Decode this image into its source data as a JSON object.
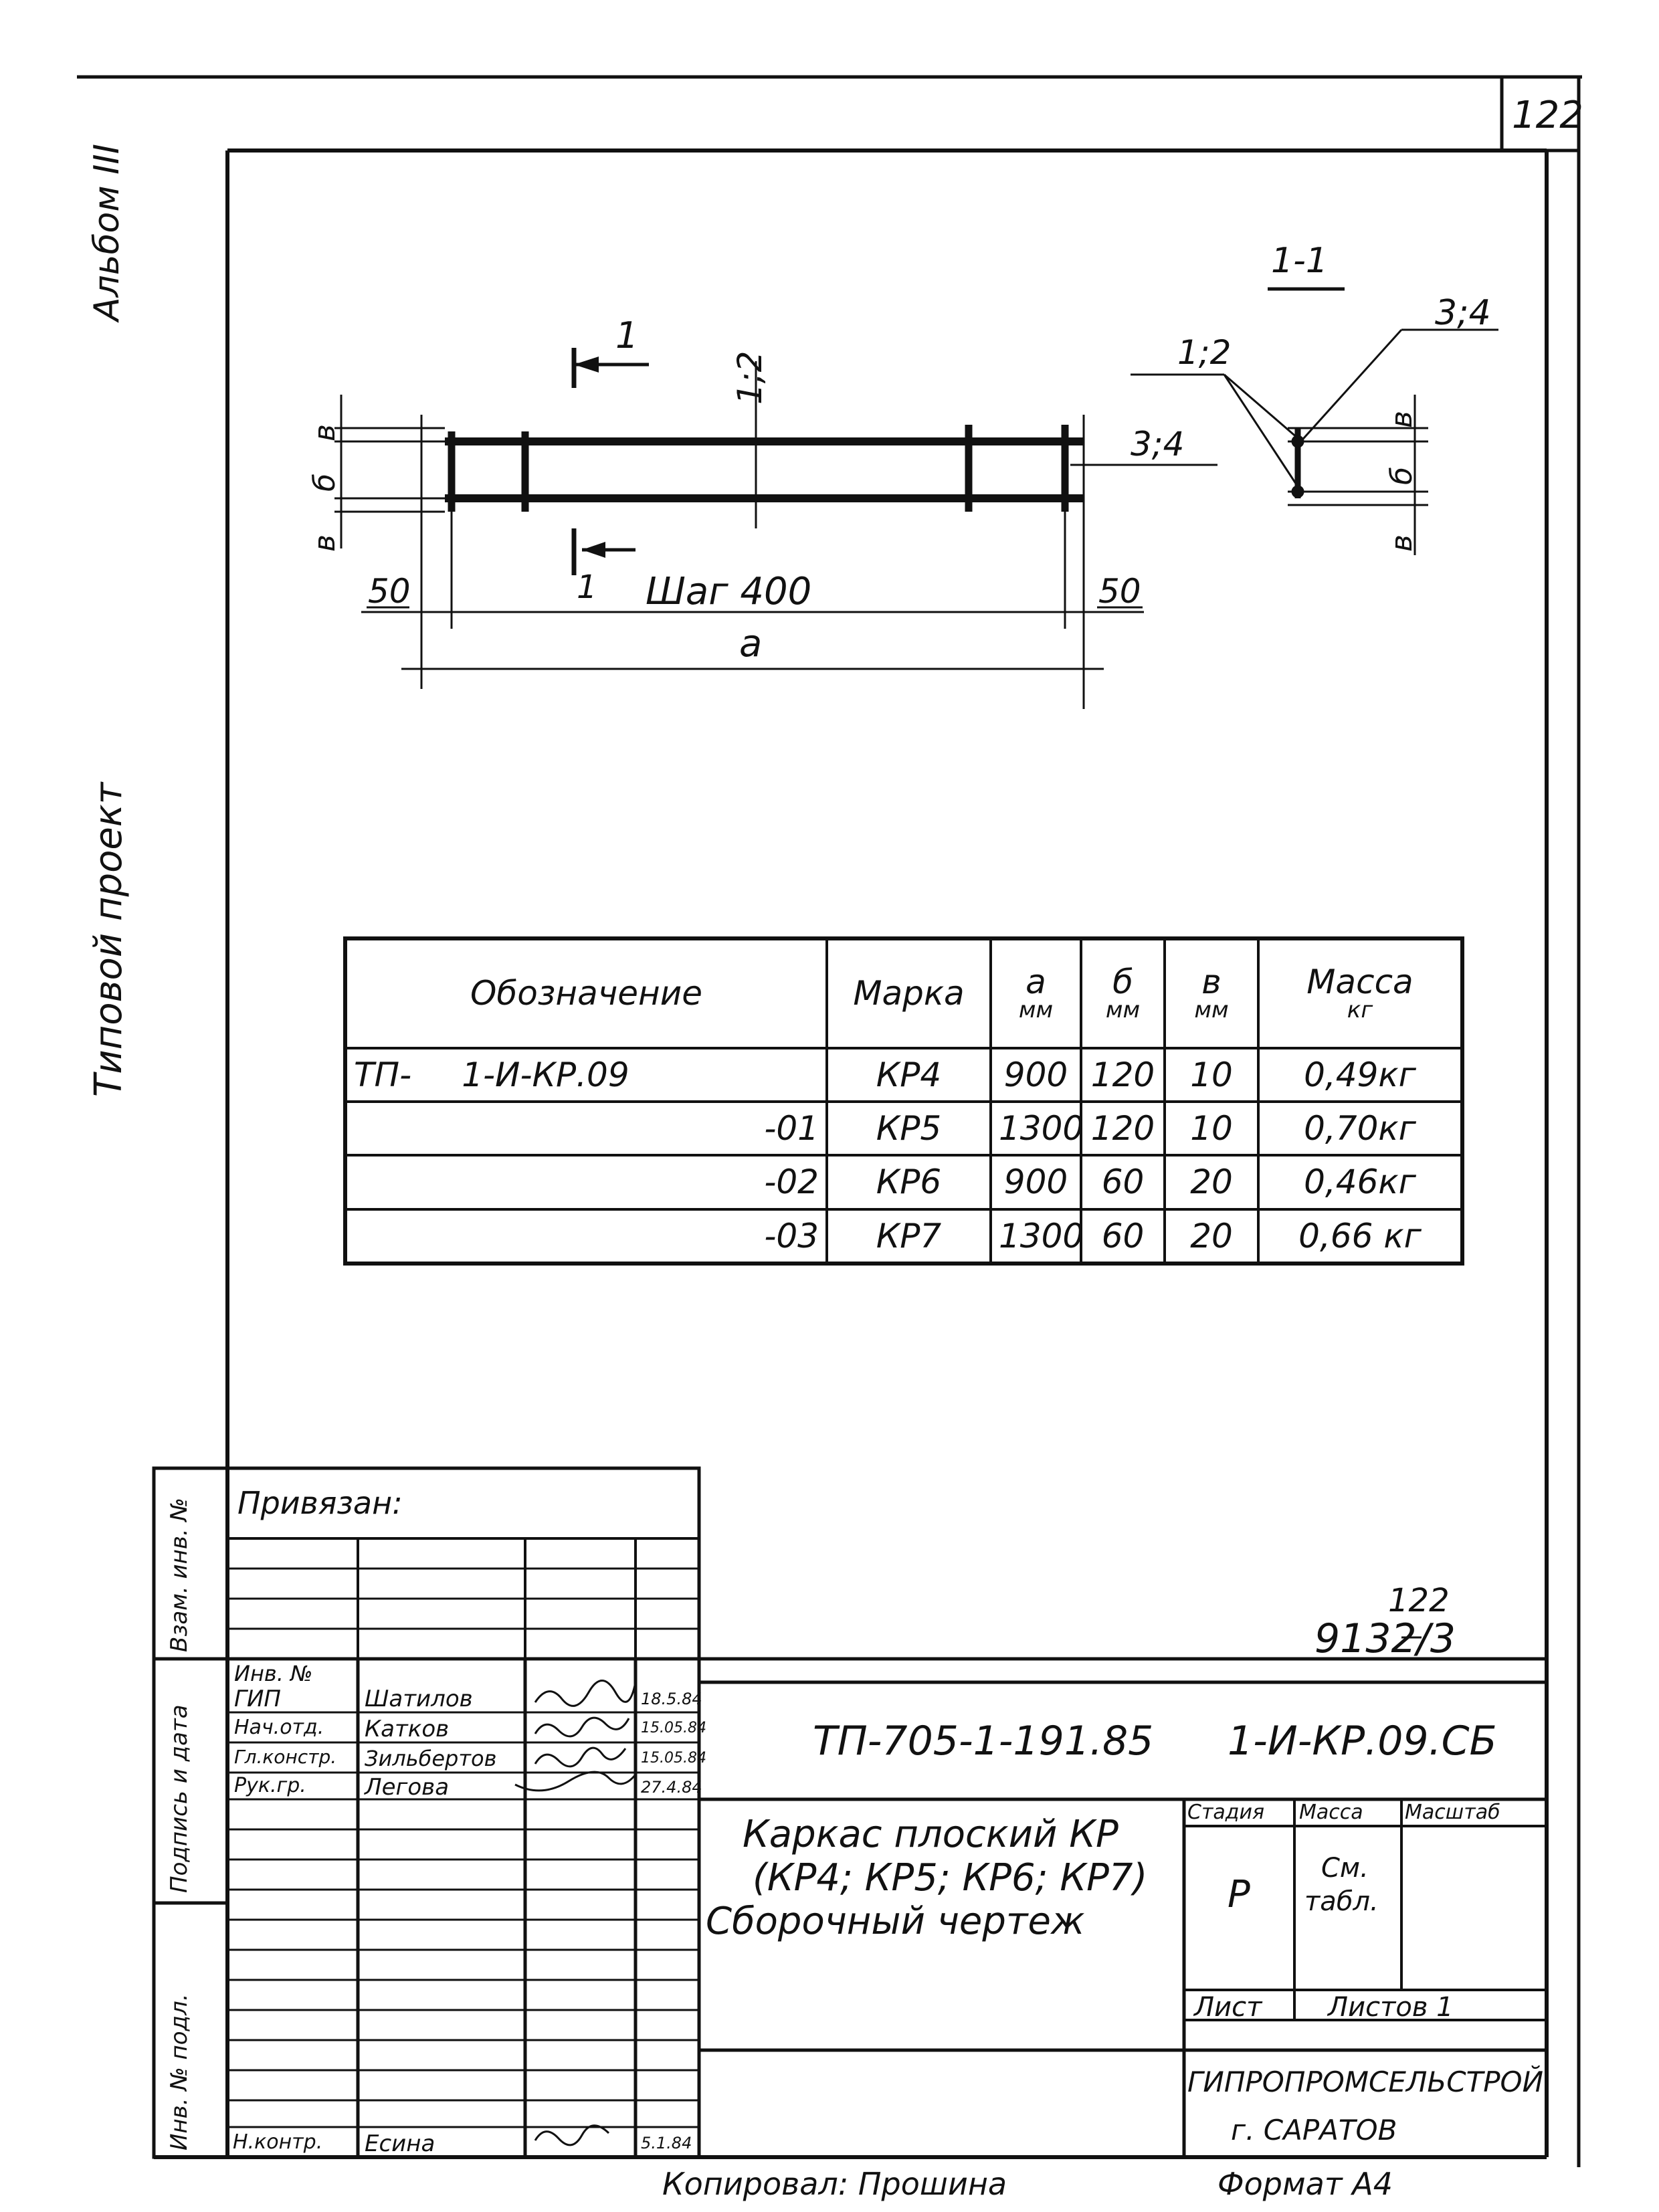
{
  "sheet": {
    "page_number_corner": "122",
    "side_album": "Альбом III",
    "side_project": "Типовой проект",
    "side_ref_col": [
      "Инв. № подл.",
      "Подпись и дата",
      "Взам. инв. №"
    ]
  },
  "drawing": {
    "section_label": "1-1",
    "cut_mark_top": "1",
    "cut_mark_bottom": "1",
    "pos_12_vertical": "1;2",
    "pos_12": "1;2",
    "pos_34_main": "3;4",
    "pos_34_section": "3;4",
    "dim_v": "в",
    "dim_b": "б",
    "dim_a": "а",
    "dim_50": "50",
    "step_label": "Шаг 400"
  },
  "spec_table": {
    "headers": {
      "designation": "Обозначение",
      "mark": "Марка",
      "a": "а",
      "a_unit": "мм",
      "b": "б",
      "b_unit": "мм",
      "v": "в",
      "v_unit": "мм",
      "mass": "Масса",
      "mass_unit": "кг"
    },
    "rows": [
      {
        "prefix": "ТП-",
        "designation": "1-И-КР.09",
        "mark": "КР4",
        "a": "900",
        "b": "120",
        "v": "10",
        "mass": "0,49кг"
      },
      {
        "prefix": "",
        "designation": "-01",
        "mark": "КР5",
        "a": "1300",
        "b": "120",
        "v": "10",
        "mass": "0,70кг"
      },
      {
        "prefix": "",
        "designation": "-02",
        "mark": "КР6",
        "a": "900",
        "b": "60",
        "v": "20",
        "mass": "0,46кг"
      },
      {
        "prefix": "",
        "designation": "-03",
        "mark": "КР7",
        "a": "1300",
        "b": "60",
        "v": "20",
        "mass": "0,66 кг"
      }
    ]
  },
  "title_block": {
    "bound_label": "Привязан:",
    "inv_label": "Инв. №",
    "sheet_ref_top": "122",
    "sheet_ref_bottom": "9132/3",
    "doc_code": "ТП-705-1-191.85",
    "doc_mark": "1-И-КР.09.СБ",
    "title_line1": "Каркас плоский КР",
    "title_line2": "(КР4; КР5; КР6; КР7)",
    "title_line3": "Сборочный чертеж",
    "stage_label": "Стадия",
    "stage_value": "Р",
    "mass_label": "Масса",
    "mass_value_1": "См.",
    "mass_value_2": "табл.",
    "scale_label": "Масштаб",
    "sheet_label": "Лист",
    "sheets_label": "Листов 1",
    "org_name": "ГИПРОПРОМСЕЛЬСТРОЙ",
    "org_city": "г. САРАТОВ",
    "roles": [
      {
        "role": "ГИП",
        "name": "Шатилов",
        "date": "18.5.84"
      },
      {
        "role": "Нач.отд.",
        "name": "Катков",
        "date": "15.05.84"
      },
      {
        "role": "Гл.констр.",
        "name": "Зильбертов",
        "date": "15.05.84"
      },
      {
        "role": "Рук.гр.",
        "name": "Легова",
        "date": "27.4.84"
      }
    ],
    "control": {
      "role": "Н.контр.",
      "name": "Есина",
      "date": "5.1.84"
    },
    "copied_by": "Копировал: Прошина",
    "format": "Формат А4"
  }
}
